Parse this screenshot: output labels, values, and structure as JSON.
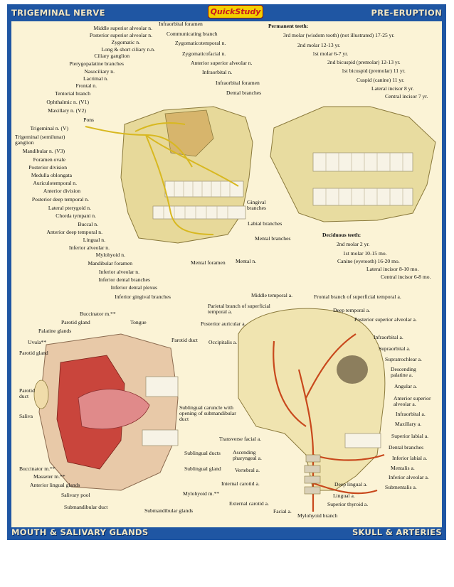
{
  "brand": "QuickStudy",
  "corners": {
    "top_left": "TRIGEMINAL NERVE",
    "top_right": "PRE-ERUPTION",
    "bottom_left": "MOUTH & SALIVARY GLANDS",
    "bottom_right": "SKULL & ARTERIES"
  },
  "trigeminal_labels": [
    "Middle superior alveolar n.",
    "Infraorbital foramen",
    "Posterior superior alveolar n.",
    "Communicating branch",
    "Zygomatic n.",
    "Zygomaticotemporal n.",
    "Long & short ciliary n.n.",
    "Ciliary ganglion",
    "Zygomaticofacial n.",
    "Pterygopalatine branches",
    "Anterior superior alveolar n.",
    "Nasociliary n.",
    "Infraorbital n.",
    "Lacrimal n.",
    "Infraorbital foramen",
    "Frontal n.",
    "Dental branches",
    "Tentorial branch",
    "Ophthalmic n. (V1)",
    "Maxillary n. (V2)",
    "Pons",
    "Trigeminal n. (V)",
    "Trigeminal (semilunar) ganglion",
    "Mandibular n. (V3)",
    "Foramen ovale",
    "Posterior division",
    "Medulla oblongata",
    "Auriculotemporal n.",
    "Anterior division",
    "Gingival branches",
    "Posterior deep temporal n.",
    "Lateral pterygoid n.",
    "Chorda tympani n.",
    "Labial branches",
    "Buccal n.",
    "Anterior deep temporal n.",
    "Mental branches",
    "Lingual n.",
    "Inferior alveolar n.",
    "Mylohyoid n.",
    "Mandibular foramen",
    "Mental foramen",
    "Mental n.",
    "Inferior alveolar n.",
    "Inferior dental branches",
    "Inferior dental plexus",
    "Inferior gingival branches"
  ],
  "pre_eruption": {
    "permanent_heading": "Permanent teeth:",
    "permanent": [
      "3rd molar (wisdom tooth) (not illustrated) 17-25 yr.",
      "2nd molar 12-13 yr.",
      "1st molar 6-7 yr.",
      "2nd bicuspid (premolar) 12-13 yr.",
      "1st bicuspid (premolar) 11 yr.",
      "Cuspid (canine) 11 yr.",
      "Lateral incisor 8 yr.",
      "Central incisor 7 yr."
    ],
    "deciduous_heading": "Deciduous teeth:",
    "deciduous": [
      "2nd molar 2 yr.",
      "1st molar 10-15 mo.",
      "Canine (eyetooth) 16-20 mo.",
      "Lateral incisor 8-10 mo.",
      "Central incisor 6-8 mo."
    ]
  },
  "mouth_labels": [
    "Buccinator m.**",
    "Parotid gland",
    "Tongue",
    "Palatine glands",
    "Uvula**",
    "Parotid duct",
    "Parotid gland",
    "Parotid duct",
    "Saliva",
    "Sublingual caruncle with opening of submandibular duct",
    "Sublingual ducts",
    "Sublingual gland",
    "Buccinator m.**",
    "Masseter m.**",
    "Anterior lingual glands",
    "Mylohyoid m.**",
    "Salivary pool",
    "Submandibular duct",
    "Submandibular glands"
  ],
  "skull_labels": [
    "Middle temporal a.",
    "Frontal branch of superficial temporal a.",
    "Parietal branch of superficial temporal a.",
    "Deep temporal a.",
    "Posterior auricular a.",
    "Posterior superior alveolar a.",
    "Occipitalis a.",
    "Infraorbital a.",
    "Supraorbital a.",
    "Supratrochlear a.",
    "Descending palatine a.",
    "Angular a.",
    "Anterior superior alveolar a.",
    "Infraorbital a.",
    "Maxillary a.",
    "Transverse facial a.",
    "Superior labial a.",
    "Dental branches",
    "Ascending pharyngeal a.",
    "Inferior labial a.",
    "Vertebral a.",
    "Mentalis a.",
    "Inferior alveolar a.",
    "Internal carotid a.",
    "Deep lingual a.",
    "Submentalis a.",
    "Lingual a.",
    "External carotid a.",
    "Superior thyroid a.",
    "Facial a.",
    "Mylohyoid branch"
  ]
}
